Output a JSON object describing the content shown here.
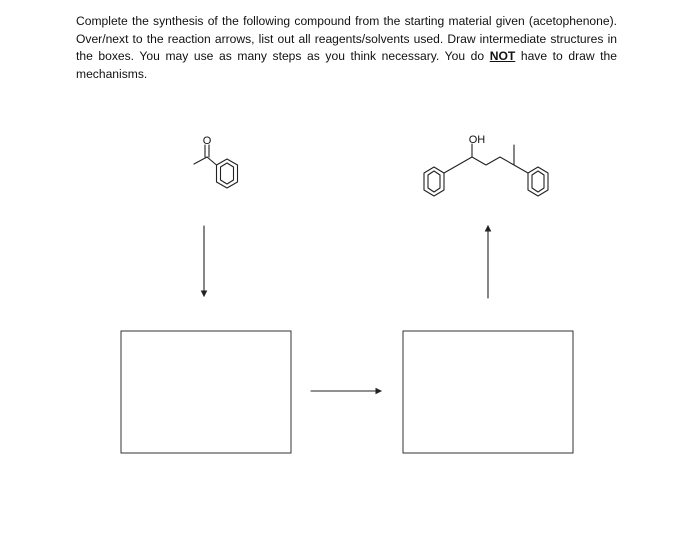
{
  "instructions": {
    "part1": "Complete the synthesis of the following compound from the starting material given (acetophenone). Over/next to the reaction arrows, list out all reagents/solvents used. Draw intermediate structures in the boxes. You may use as many steps as you think necessary. You do ",
    "emphasis": "NOT",
    "part2": " have to draw the mechanisms."
  },
  "starting_material": {
    "oxygen_label": "O"
  },
  "target_compound": {
    "hydroxyl_label": "OH"
  }
}
